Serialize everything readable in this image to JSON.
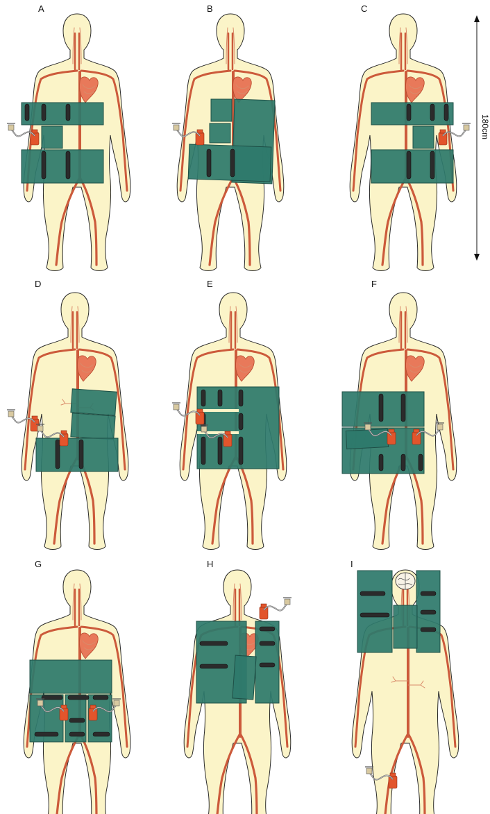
{
  "panels": [
    {
      "id": "A",
      "label": "A"
    },
    {
      "id": "B",
      "label": "B"
    },
    {
      "id": "C",
      "label": "C"
    },
    {
      "id": "D",
      "label": "D"
    },
    {
      "id": "E",
      "label": "E"
    },
    {
      "id": "F",
      "label": "F"
    },
    {
      "id": "G",
      "label": "G"
    },
    {
      "id": "H",
      "label": "H"
    },
    {
      "id": "I",
      "label": "I"
    }
  ],
  "scale": {
    "label": "180cm"
  },
  "colors": {
    "skin": "#fbf4c8",
    "artery": "#cc5a3b",
    "heart": "#e8795a",
    "pad": "#2e7a6c",
    "slot": "#2b2b2b",
    "clamp": "#e2552c",
    "tube": "#666666"
  },
  "icons": [
    "human-body-icon",
    "heart-icon",
    "brain-icon",
    "cannula-icon",
    "double-arrow-icon"
  ]
}
